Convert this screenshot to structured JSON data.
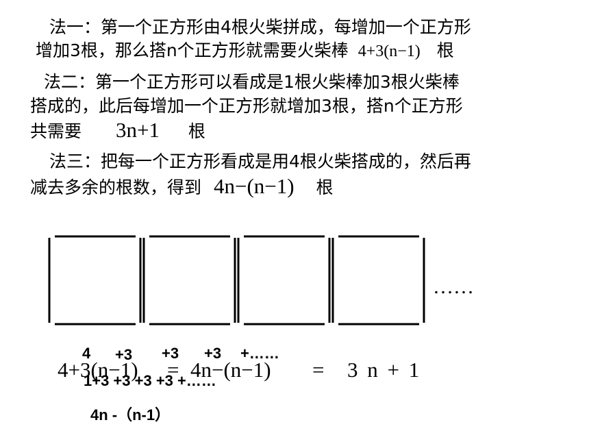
{
  "methods": {
    "m1": {
      "line1": "法一：第一个正方形由4根火柴拼成，每增加一个正方形",
      "line2_text": "增加3根，那么搭n个正方形就需要火柴棒",
      "formula": "4+3(n−1)",
      "unit": "根"
    },
    "m2": {
      "line1": "法二：第一个正方形可以看成是1根火柴棒加3根火柴棒",
      "line2": "搭成的，此后每增加一个正方形就增加3根，搭n个正方形",
      "line3_text": "共需要",
      "formula": "3n+1",
      "unit": "根"
    },
    "m3": {
      "line1": "法三：把每一个正方形看成是用4根火柴搭成的，然后再",
      "line2_text": "减去多余的根数，得到",
      "formula": "4n−(n−1)",
      "unit": "根"
    }
  },
  "figure": {
    "square_count": 4,
    "ellipsis": "……"
  },
  "labels": {
    "row1": [
      "4",
      "+3",
      "+3",
      "+3",
      "+……"
    ],
    "row2": "1+3 +3 +3 +3 +……",
    "row3": "4n -（n-1）"
  },
  "equation": {
    "left": "4+3(n−1)",
    "eq1": "=",
    "middle": "4n−(n−1)",
    "eq2": "=",
    "right": "3 n + 1"
  }
}
